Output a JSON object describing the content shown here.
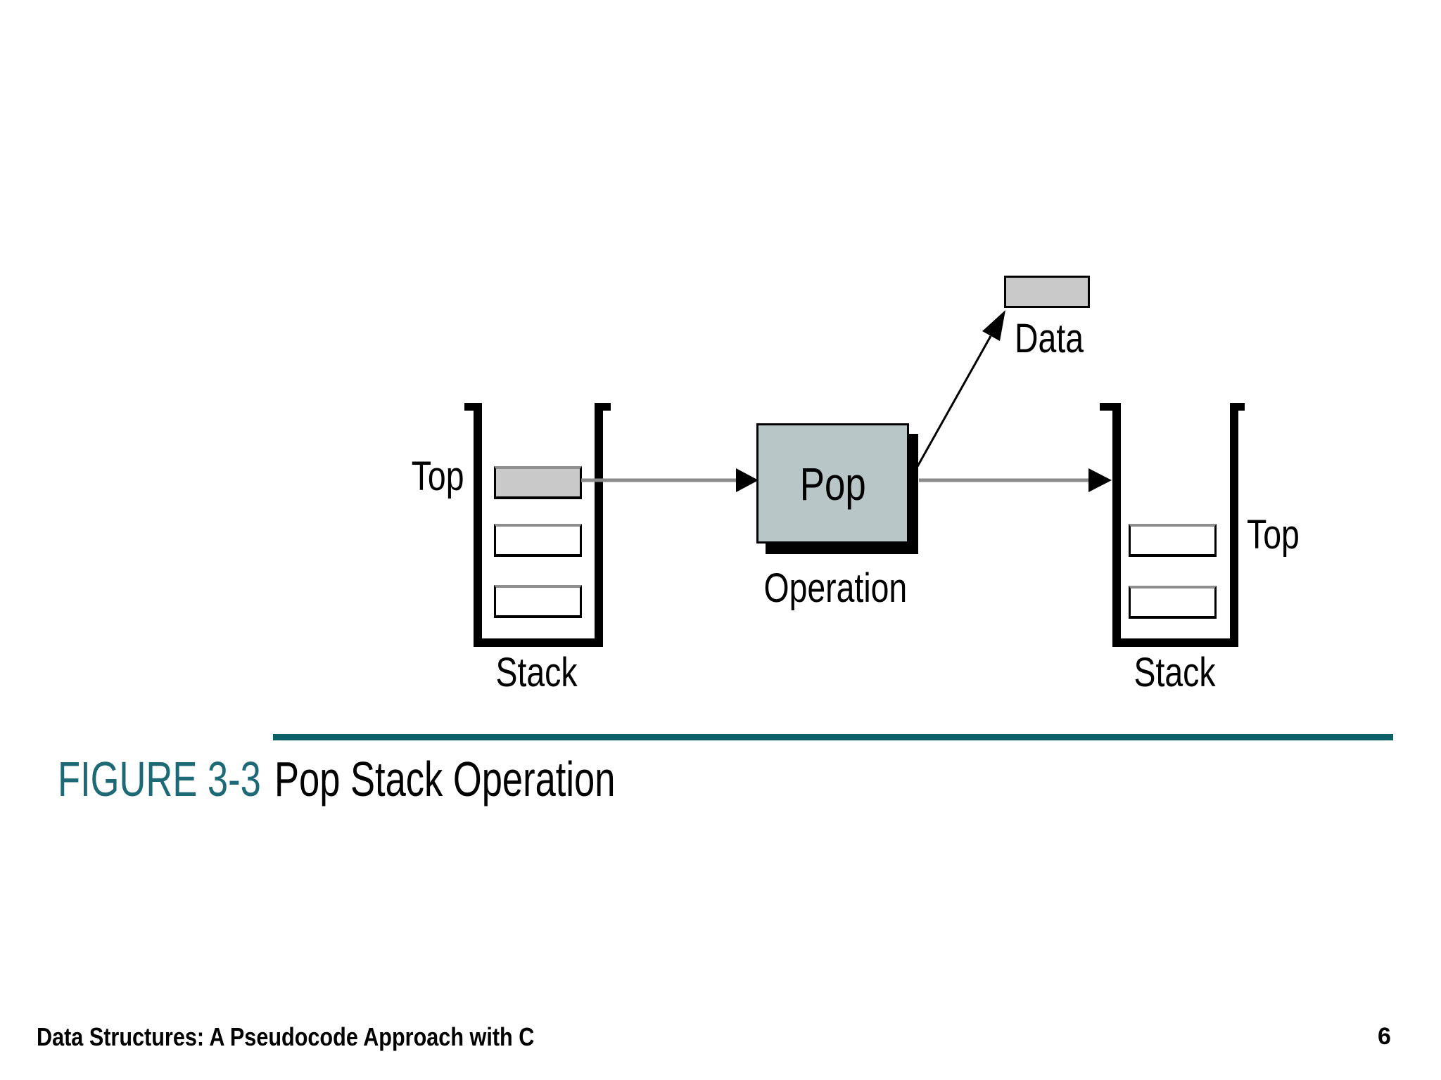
{
  "slide": {
    "diagram": {
      "left_stack": {
        "top_label": "Top",
        "stack_label": "Stack"
      },
      "operation": {
        "box_label": "Pop",
        "caption": "Operation"
      },
      "data_box": {
        "label": "Data"
      },
      "right_stack": {
        "top_label": "Top",
        "stack_label": "Stack"
      }
    },
    "figure_caption": {
      "number": "FIGURE 3-3",
      "title": "Pop Stack Operation"
    },
    "footer": {
      "book_title": "Data Structures: A Pseudocode Approach with C",
      "page_number": "6"
    }
  },
  "colors": {
    "cell_fill": "#c9c9c9",
    "pop_fill": "#b9c6c8",
    "shadow": "#000000",
    "arrow_gray": "#8a8a8a",
    "teal_text": "#1d6a76",
    "teal_line": "#0d5f6a",
    "text_black": "#000000",
    "background": "#ffffff"
  }
}
